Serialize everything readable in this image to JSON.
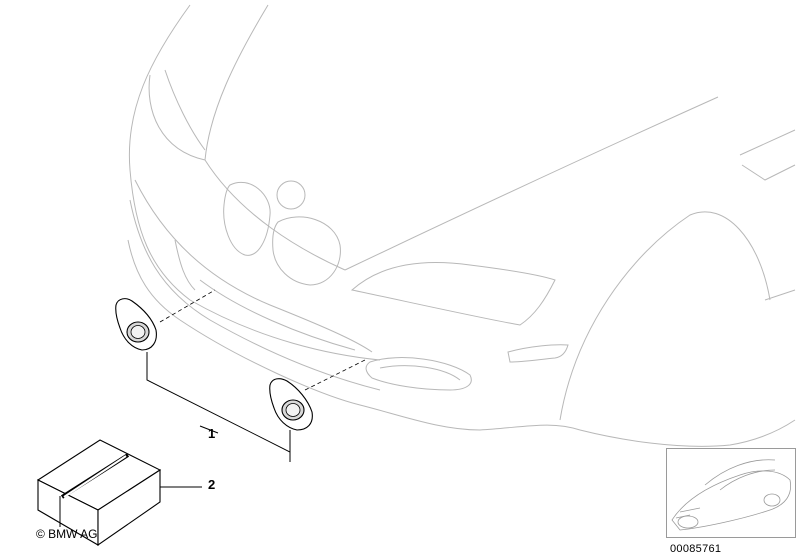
{
  "callouts": {
    "fog_lights": "1",
    "kit_box": "2"
  },
  "copyright": "© BMW AG",
  "part_number": "00085761",
  "colors": {
    "outline": "#b4b4b4",
    "parts": "#000000"
  }
}
